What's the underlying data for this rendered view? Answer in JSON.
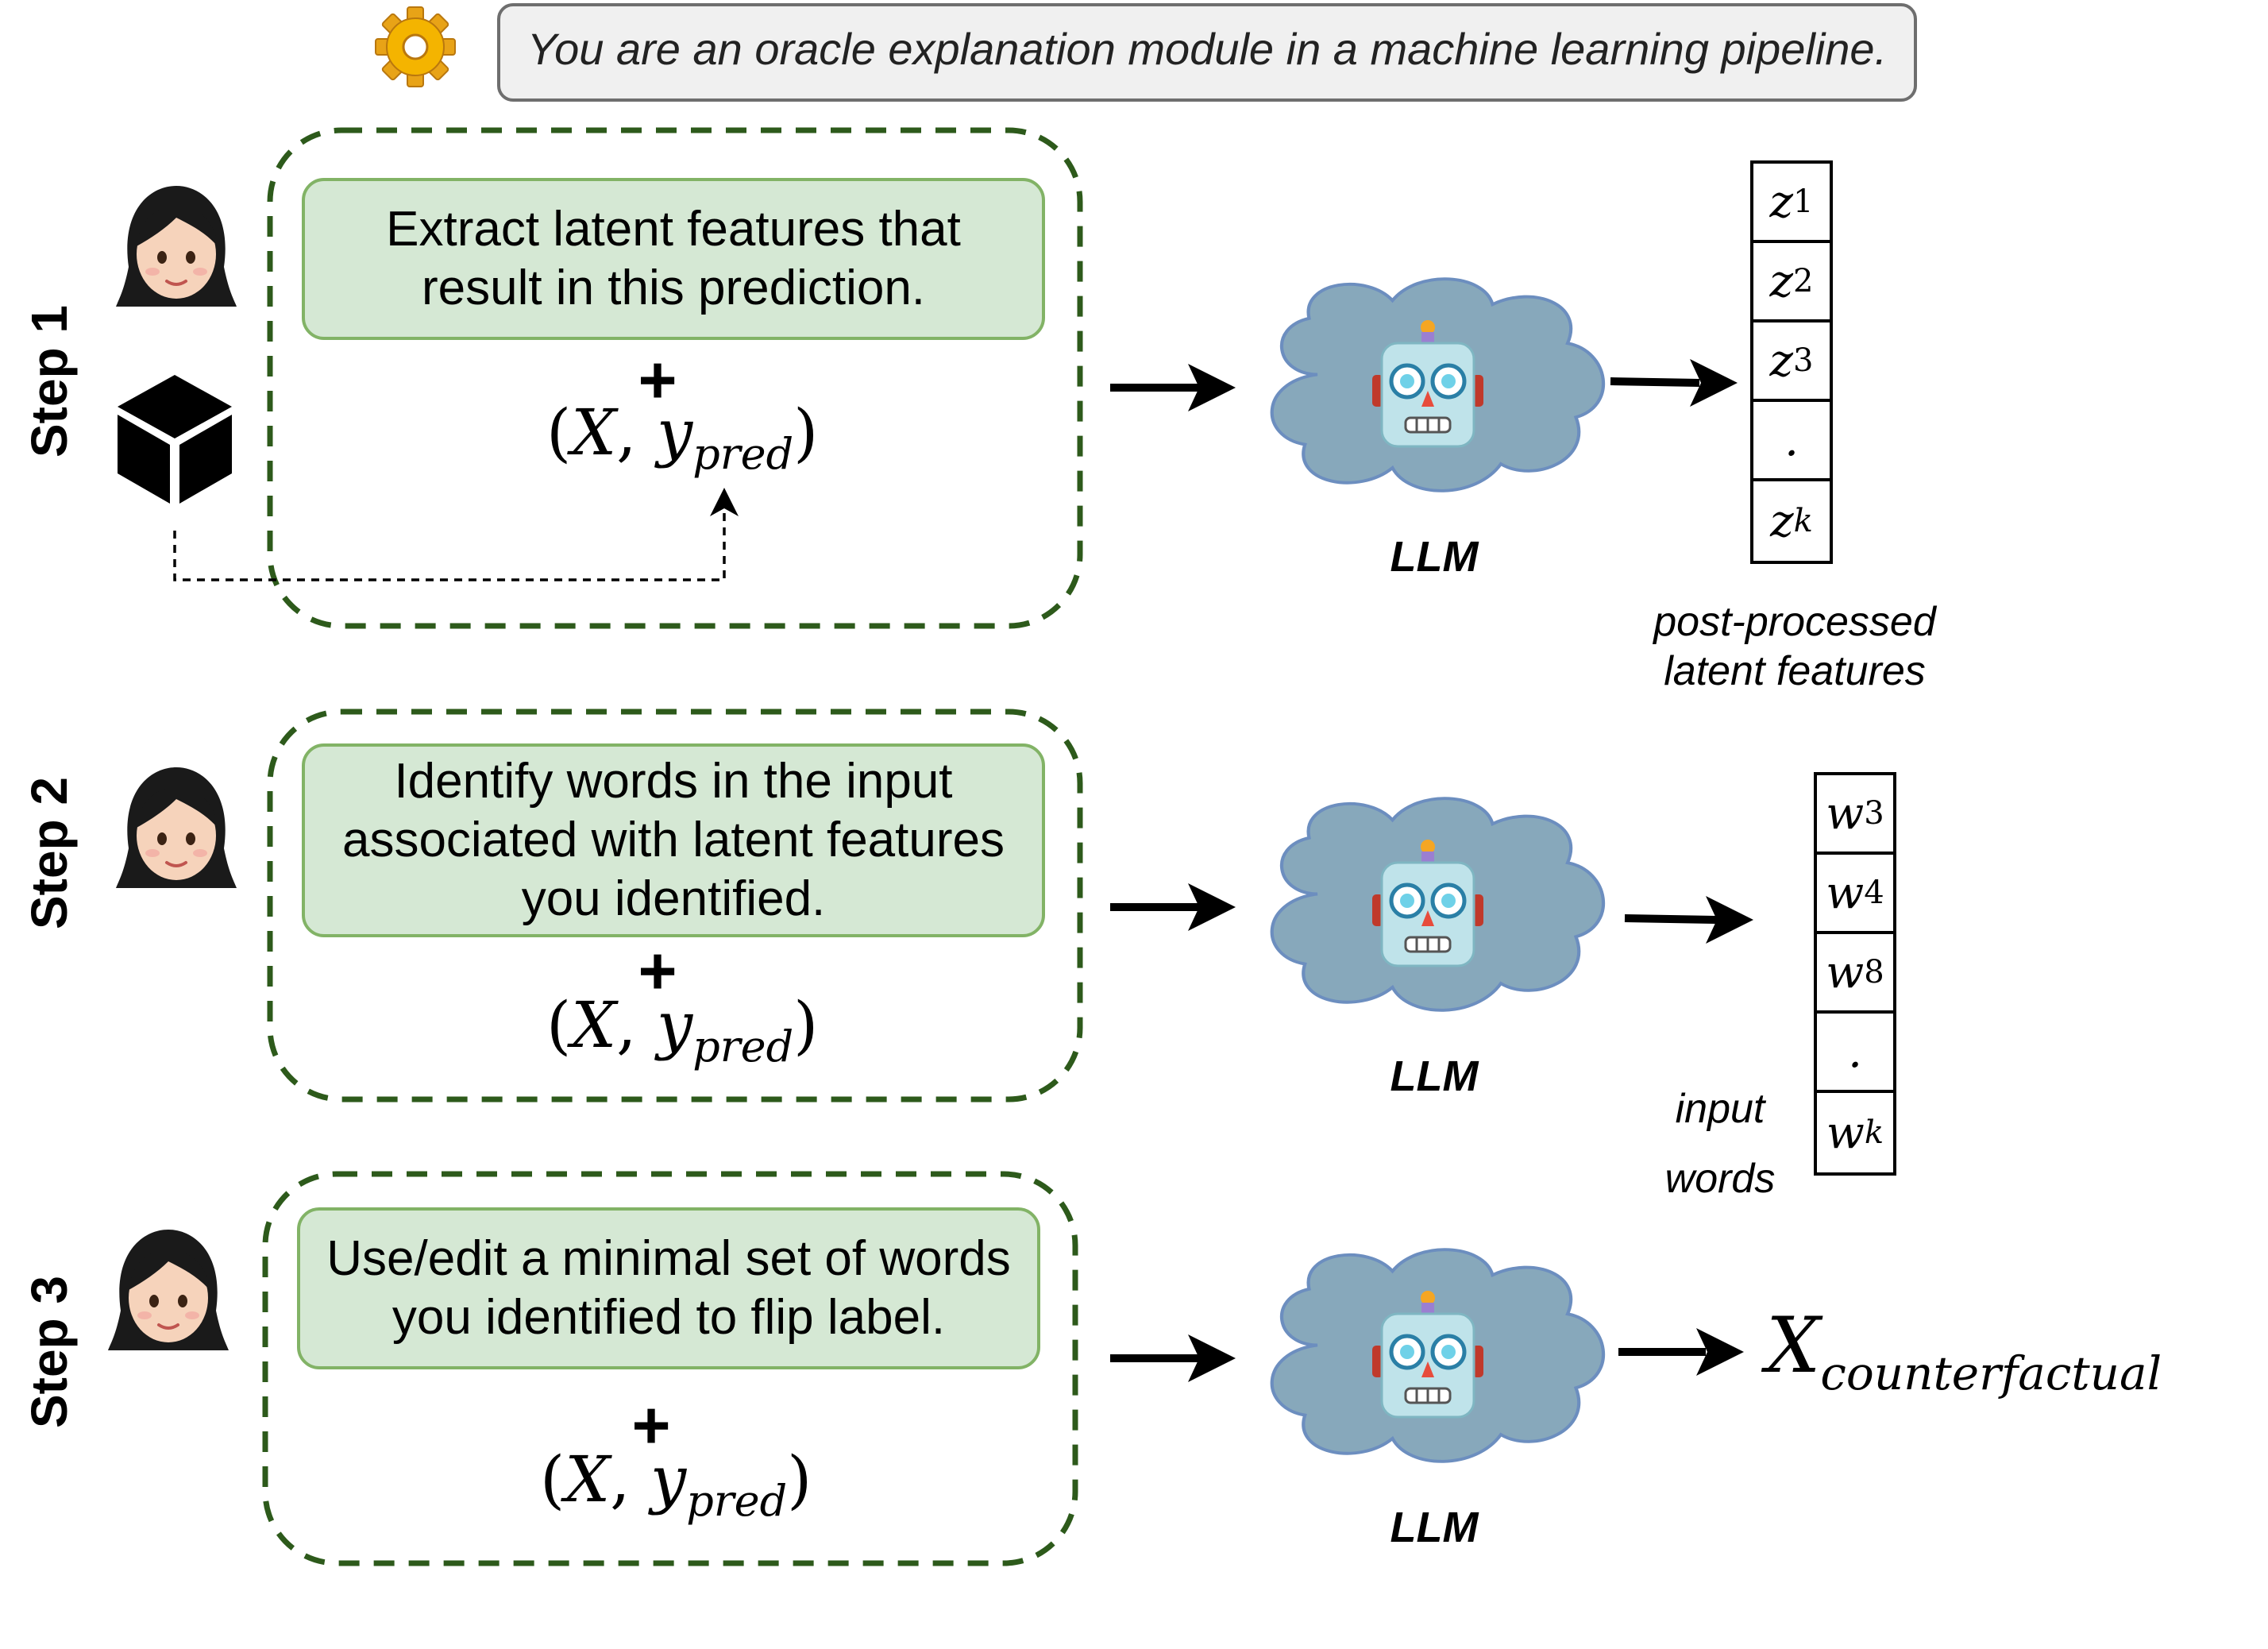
{
  "system_prompt": "You are an oracle explanation module in a machine learning pipeline.",
  "steps": [
    {
      "label": "Step 1",
      "prompt": "Extract latent features that result in this prediction.",
      "plus": "+",
      "input_X": "X",
      "input_y": "y",
      "input_sub": "pred",
      "llm_label": "LLM",
      "output_items": [
        {
          "base": "z",
          "sub": "1"
        },
        {
          "base": "z",
          "sub": "2"
        },
        {
          "base": "z",
          "sub": "3"
        },
        {
          "base": ".",
          "sub": ""
        },
        {
          "base": "z",
          "sub": "k"
        }
      ],
      "output_caption_line1": "post-processed",
      "output_caption_line2": "latent features"
    },
    {
      "label": "Step 2",
      "prompt": "Identify words in the input associated with latent features you identified.",
      "plus": "+",
      "input_X": "X",
      "input_y": "y",
      "input_sub": "pred",
      "llm_label": "LLM",
      "output_items": [
        {
          "base": "w",
          "sub": "3"
        },
        {
          "base": "w",
          "sub": "4"
        },
        {
          "base": "w",
          "sub": "8"
        },
        {
          "base": ".",
          "sub": ""
        },
        {
          "base": "w",
          "sub": "k"
        }
      ],
      "output_caption_line1": "input",
      "output_caption_line2": "words"
    },
    {
      "label": "Step 3",
      "prompt": "Use/edit a minimal set of words you identified to flip label.",
      "plus": "+",
      "input_X": "X",
      "input_y": "y",
      "input_sub": "pred",
      "llm_label": "LLM",
      "output_X": "X",
      "output_sub": "counterfactual"
    }
  ],
  "icons": {
    "system": "gear-icon",
    "user": "woman-icon",
    "model": "black-box-cube-icon",
    "llm": "robot-icon",
    "cloud": "cloud-shape"
  },
  "colors": {
    "prompt_fill": "#d5e8d4",
    "prompt_border": "#82b366",
    "dashed_border": "#2d5a1b",
    "cloud_fill": "#87a8bb",
    "cloud_border": "#6c8ebf",
    "system_fill": "#f0f0f0"
  }
}
